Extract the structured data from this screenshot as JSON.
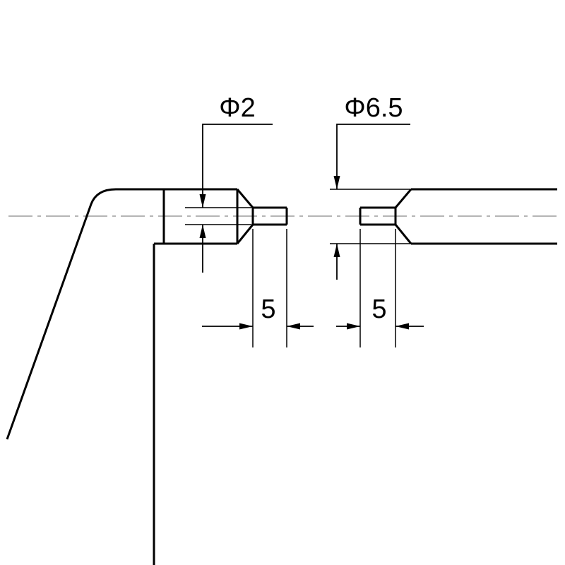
{
  "drawing": {
    "dimensions": {
      "phi2": "Φ2",
      "phi65": "Φ6.5",
      "length_left": "5",
      "length_right": "5"
    },
    "colors": {
      "line": "#000000",
      "centerline": "#b5b5b5",
      "background": "#ffffff"
    }
  }
}
